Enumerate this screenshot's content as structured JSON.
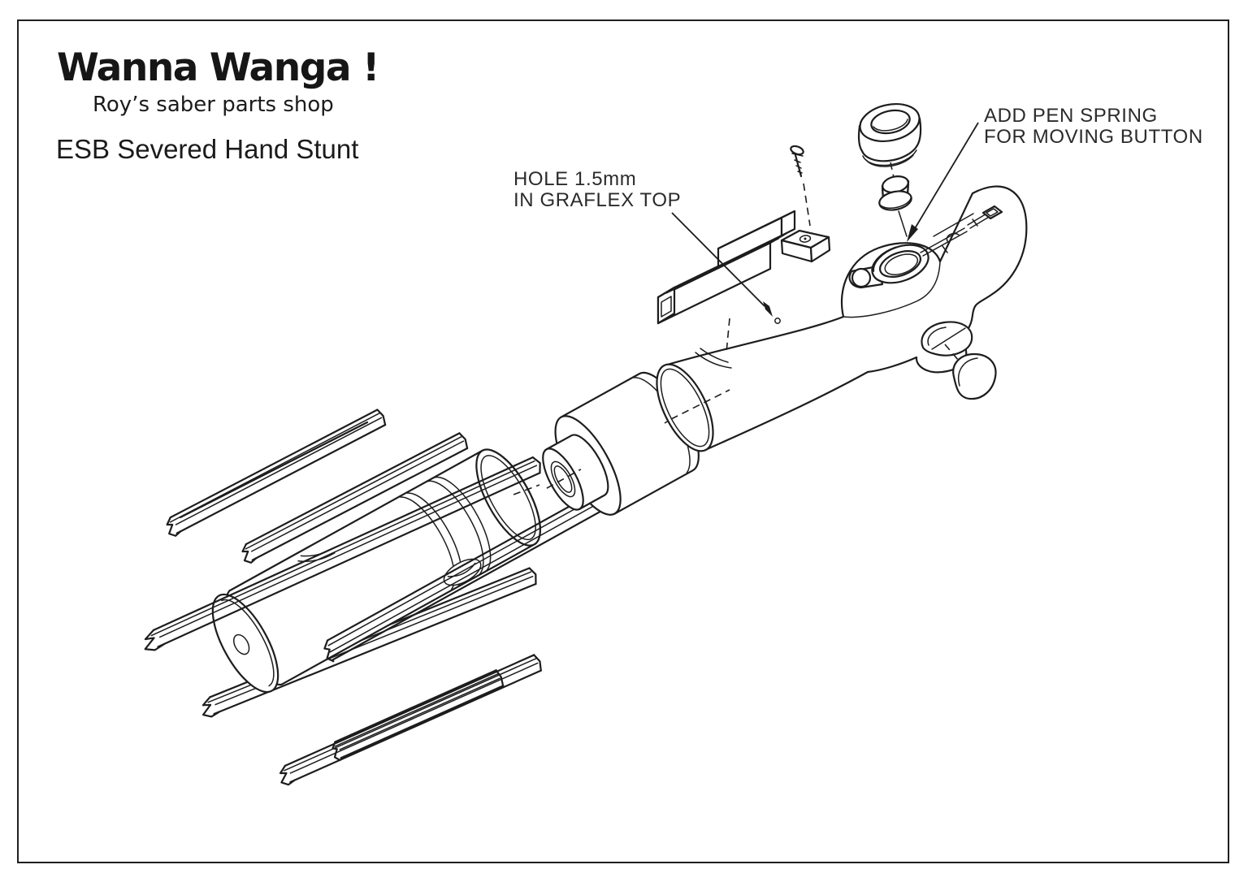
{
  "page": {
    "background_color": "#ffffff",
    "ink_color": "#1d1d1d",
    "border_color": "#1f1f1f",
    "annotation_color": "#2b2b2b"
  },
  "header": {
    "logo_text": "Wanna Wanga !",
    "tagline": "Roy’s saber parts shop",
    "drawing_title": "ESB Severed Hand Stunt"
  },
  "annotations": {
    "hole_note": {
      "line1": "HOLE 1.5mm",
      "line2": "IN GRAFLEX TOP"
    },
    "pen_spring_note": {
      "line1": "ADD PEN SPRING",
      "line2": "FOR MOVING BUTTON"
    }
  }
}
